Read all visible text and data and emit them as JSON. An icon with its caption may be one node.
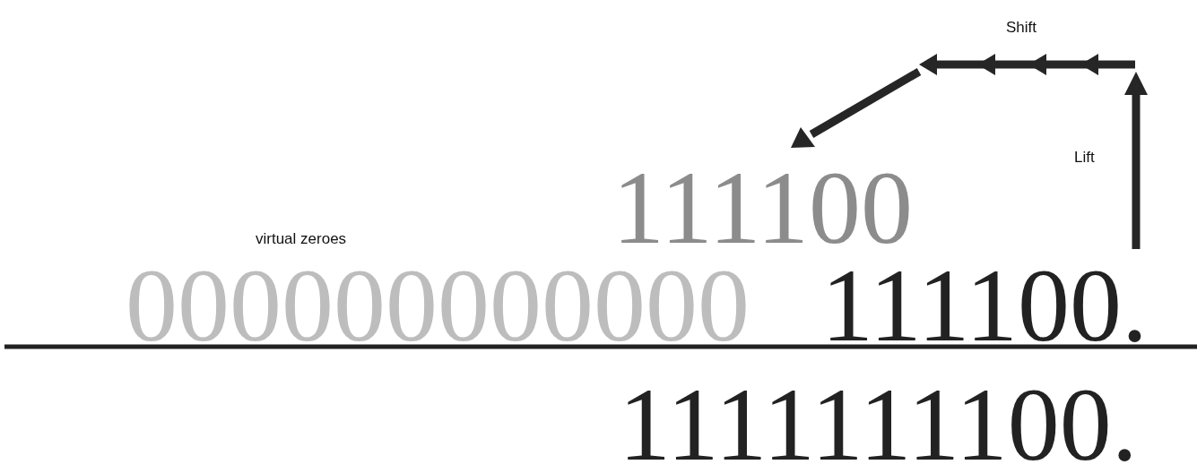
{
  "diagram": {
    "labels": [
      "Shift",
      "Lift",
      "111100",
      "virtual zeroes",
      "000000000000",
      "111100.",
      "1111111100."
    ]
  }
}
